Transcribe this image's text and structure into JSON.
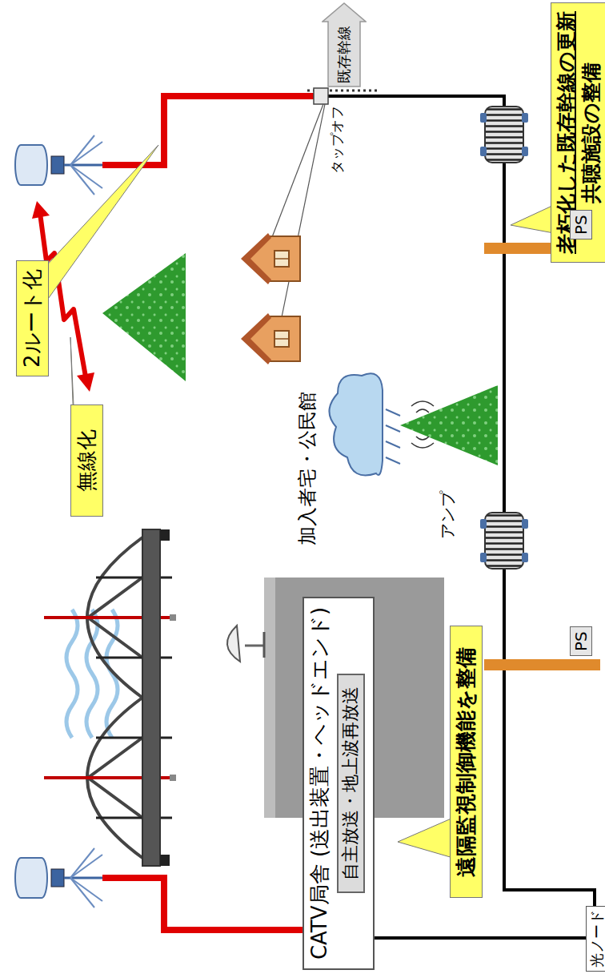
{
  "diagram": {
    "nodes": [
      {
        "text": [
          "CATV局舎 (送出装置・ヘッドエンド)"
        ]
      },
      {
        "text": [
          "自主放送・地上波再放送"
        ],
        "in": 0
      },
      {
        "text": [
          "遠隔監視制御機能を整備"
        ]
      },
      {
        "text": [
          "光ノード"
        ]
      },
      {
        "text": [
          "無線化"
        ]
      },
      {
        "text": [
          "2ルート化"
        ]
      },
      {
        "text": [
          "老朽化した既存幹線の更新",
          "共聴施設の整備"
        ]
      },
      {
        "text": [
          "PS"
        ]
      },
      {
        "text": [
          "PS"
        ]
      },
      {
        "text": [
          "既存幹線"
        ]
      }
    ],
    "edges": [
      {
        "from": 0,
        "to": 3,
        "arrow": "none"
      }
    ],
    "labels": [
      "アンプ",
      "加入者宅・公民館",
      "タップオフ"
    ]
  }
}
